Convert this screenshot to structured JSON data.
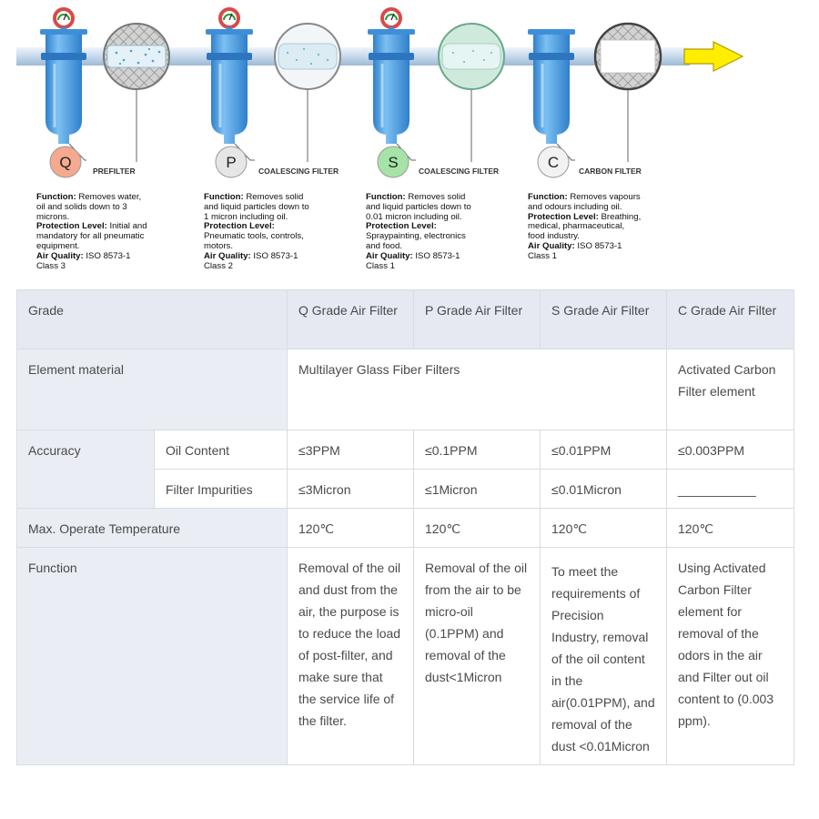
{
  "diagram": {
    "filters": [
      {
        "letter": "Q",
        "name": "PREFILTER",
        "badge_color": "#f5a98e",
        "desc_lines": [
          [
            {
              "b": "Function:"
            },
            {
              "t": " Removes water,"
            }
          ],
          [
            {
              "t": "oil and solids down to 3"
            }
          ],
          [
            {
              "t": "microns."
            }
          ],
          [
            {
              "b": "Protection Level:"
            },
            {
              "t": " Initial and"
            }
          ],
          [
            {
              "t": "mandatory for all pneumatic"
            }
          ],
          [
            {
              "t": "equipment."
            }
          ],
          [
            {
              "b": "Air Quality:"
            },
            {
              "t": " ISO 8573-1"
            }
          ],
          [
            {
              "t": "Class 3"
            }
          ]
        ]
      },
      {
        "letter": "P",
        "name": "COALESCING FILTER",
        "badge_color": "#e6e6e6",
        "desc_lines": [
          [
            {
              "b": "Function:"
            },
            {
              "t": " Removes solid"
            }
          ],
          [
            {
              "t": "and liquid particles down to"
            }
          ],
          [
            {
              "t": "1 micron including oil."
            }
          ],
          [
            {
              "b": "Protection Level:"
            }
          ],
          [
            {
              "t": "Pneumatic tools, controls,"
            }
          ],
          [
            {
              "t": "motors."
            }
          ],
          [
            {
              "b": "Air Quality:"
            },
            {
              "t": " ISO 8573-1"
            }
          ],
          [
            {
              "t": "Class 2"
            }
          ]
        ]
      },
      {
        "letter": "S",
        "name": "COALESCING FILTER",
        "badge_color": "#a6e3a6",
        "desc_lines": [
          [
            {
              "b": "Function:"
            },
            {
              "t": " Removes solid"
            }
          ],
          [
            {
              "t": "and liquid particles down to"
            }
          ],
          [
            {
              "t": "0.01 micron including oil."
            }
          ],
          [
            {
              "b": "Protection Level:"
            }
          ],
          [
            {
              "t": "Spraypainting, electronics"
            }
          ],
          [
            {
              "t": "and food."
            }
          ],
          [
            {
              "b": "Air Quality:"
            },
            {
              "t": " ISO 8573-1"
            }
          ],
          [
            {
              "t": "Class 1"
            }
          ]
        ]
      },
      {
        "letter": "C",
        "name": "CARBON FILTER",
        "badge_color": "#f2f2f2",
        "desc_lines": [
          [
            {
              "b": "Function:"
            },
            {
              "t": " Removes vapours"
            }
          ],
          [
            {
              "t": "and odours including oil."
            }
          ],
          [
            {
              "b": "Protection Level:"
            },
            {
              "t": " Breathing,"
            }
          ],
          [
            {
              "t": "medical, pharmaceutical,"
            }
          ],
          [
            {
              "t": "food industry."
            }
          ],
          [
            {
              "b": "Air Quality:"
            },
            {
              "t": " ISO 8573-1"
            }
          ],
          [
            {
              "t": "Class 1"
            }
          ]
        ]
      }
    ],
    "colors": {
      "housing": "#4f9fe0",
      "pipe": "#c9dcee",
      "arrow": "#ffee00",
      "gauge_ring": "#d94a4a"
    }
  },
  "table": {
    "header": {
      "grade": "Grade",
      "q": "Q Grade Air Filter",
      "p": "P Grade Air Filter",
      "s": "S Grade Air Filter",
      "c": "C Grade Air Filter"
    },
    "element_material": {
      "label": "Element material",
      "qps": "Multilayer Glass Fiber Filters",
      "c": "Activated Carbon Filter element"
    },
    "accuracy": {
      "label": "Accuracy",
      "oil": {
        "label": "Oil Content",
        "q": "≤3PPM",
        "p": "≤0.1PPM",
        "s": "≤0.01PPM",
        "c": "≤0.003PPM"
      },
      "impurities": {
        "label": "Filter Impurities",
        "q": "≤3Micron",
        "p": "≤1Micron",
        "s": "≤0.01Micron",
        "c": "___________"
      }
    },
    "temperature": {
      "label": "Max. Operate Temperature",
      "q": "120℃",
      "p": "120℃",
      "s": "120℃",
      "c": "120℃"
    },
    "function": {
      "label": "Function",
      "q": "Removal of the oil and dust from the air, the purpose is to reduce the load of post-filter, and make sure that the service life of the filter.",
      "p": "Removal of the oil from the air to be micro-oil (0.1PPM) and removal of the dust<1Micron",
      "s": "To meet the requirements of Precision Industry, removal of the oil content in the air(0.01PPM), and removal of the dust <0.01Micron",
      "c": "Using Activated Carbon Filter element for removal of the odors in the air and Filter out oil content to (0.003 ppm)."
    }
  }
}
